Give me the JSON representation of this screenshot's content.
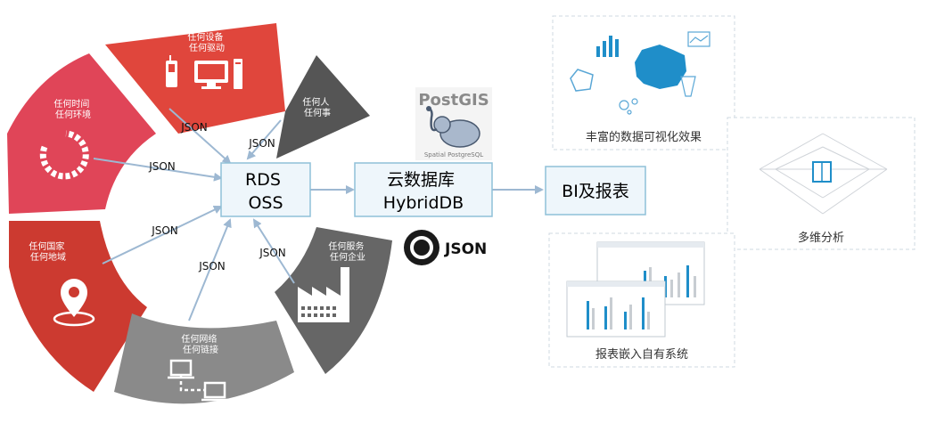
{
  "ring": {
    "devices": [
      "任何设备",
      "任何驱动"
    ],
    "people": [
      "任何人",
      "任何事"
    ],
    "time": [
      "任何时间",
      "任何环境"
    ],
    "country": [
      "任何国家",
      "任何地域"
    ],
    "network": [
      "任何网络",
      "任何链接"
    ],
    "service": [
      "任何服务",
      "任何企业"
    ]
  },
  "arrows": {
    "json": "JSON"
  },
  "boxes": {
    "rds": [
      "RDS",
      "OSS"
    ],
    "cloud": [
      "云数据库",
      "HybridDB"
    ],
    "bi": "BI及报表"
  },
  "postgis": {
    "title": "PostGIS",
    "subtitle": "Spatial PostgreSQL"
  },
  "json_logo": "JSON",
  "panels": {
    "viz": "丰富的数据可视化效果",
    "multi": "多维分析",
    "report": "报表嵌入自有系统"
  },
  "colors": {
    "red": "#e0463c",
    "red_dark": "#cc3a30",
    "pink": "#e04558",
    "dark_gray": "#555555",
    "mid_gray": "#8a8a8a",
    "gray": "#666666",
    "box_fill": "#eef6fb",
    "box_border": "#8fc0d8",
    "arrow": "#9db8d2",
    "chart_blue": "#1f8ec9"
  }
}
